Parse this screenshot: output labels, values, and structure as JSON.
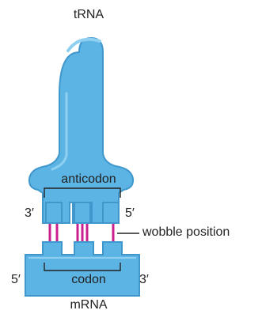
{
  "labels": {
    "trna": "tRNA",
    "anticodon": "anticodon",
    "trna_three_prime": "3′",
    "trna_five_prime": "5′",
    "wobble": "wobble position",
    "mrna_five_prime": "5′",
    "mrna_three_prime": "3′",
    "codon": "codon",
    "mrna": "mRNA"
  },
  "colors": {
    "molecule_fill": "#5bb4e3",
    "molecule_edge": "#3f97cc",
    "molecule_highlight": "#8fd0f0",
    "base_pair_lines": "#c8208f",
    "bracket_lines": "#222222"
  }
}
